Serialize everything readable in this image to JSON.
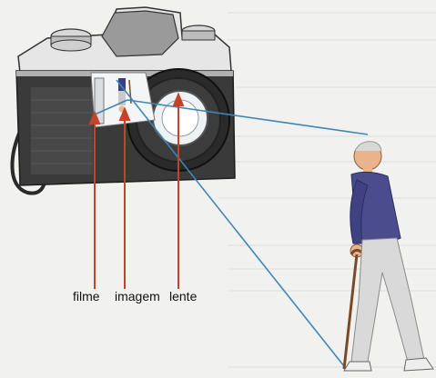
{
  "labels": {
    "film": "filme",
    "image": "imagem",
    "lens": "lente"
  },
  "colors": {
    "ray": "#3f86b8",
    "arrow": "#c2452a",
    "camera_body": "#3a3a3a",
    "camera_top": "#e6e6e6",
    "sweater": "#4a4c8e",
    "trousers": "#d9d9d9",
    "cane": "#7a4a28",
    "skin": "#e9b48c"
  }
}
